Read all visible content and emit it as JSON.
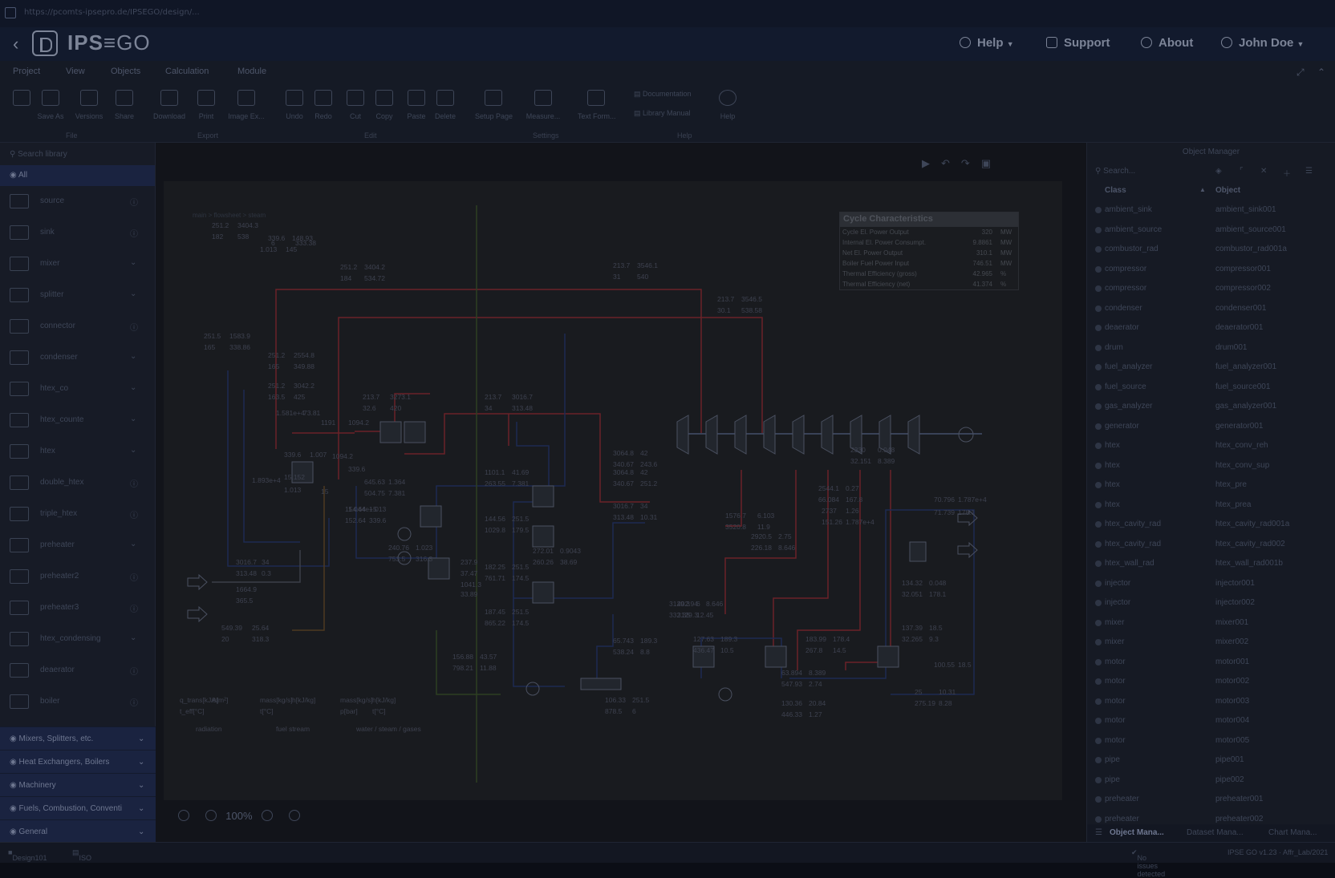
{
  "titlebar": {
    "url": "https://pcomts-ipsepro.de/IPSEGO/design/..."
  },
  "app": {
    "brand_main": "IPS",
    "brand_sub": "GO"
  },
  "nav": {
    "help": "Help",
    "support": "Support",
    "about": "About",
    "user": "John Doe"
  },
  "menu_tabs": [
    "Project",
    "View",
    "Objects",
    "Calculation",
    "Module"
  ],
  "ribbon": {
    "buttons": [
      "Save As",
      "Versions",
      "Share",
      "Download",
      "Print",
      "Image Ex...",
      "Undo",
      "Redo",
      "Cut",
      "Copy",
      "Paste",
      "Delete",
      "Setup Page",
      "Measure...",
      "Text Form...",
      "Help"
    ],
    "links": [
      "Documentation",
      "Library Manual"
    ],
    "groups": [
      "File",
      "Export",
      "Edit",
      "Settings",
      "Help"
    ]
  },
  "library": {
    "search_placeholder": "Search library",
    "all_label": "All",
    "items": [
      "source",
      "sink",
      "mixer",
      "splitter",
      "connector",
      "condenser",
      "htex_co",
      "htex_counte",
      "htex",
      "double_htex",
      "triple_htex",
      "preheater",
      "preheater2",
      "preheater3",
      "htex_condensing",
      "deaerator",
      "boiler"
    ],
    "categories": [
      "Mixers, Splitters, etc.",
      "Heat Exchangers, Boilers",
      "Machinery",
      "Fuels, Combustion, Conventi",
      "General"
    ]
  },
  "canvas": {
    "breadcrumb": "main > flowsheet > steam",
    "zoom_label": "100%",
    "cycle": {
      "title": "Cycle Characteristics",
      "rows": [
        {
          "label": "Cycle El. Power Output",
          "value": "320",
          "unit": "MW"
        },
        {
          "label": "Internal El. Power Consumpt.",
          "value": "9.8861",
          "unit": "MW"
        },
        {
          "label": "Net El. Power Output",
          "value": "310.1",
          "unit": "MW"
        },
        {
          "label": "Boiler Fuel Power Input",
          "value": "746.51",
          "unit": "MW"
        },
        {
          "label": "Thermal Efficiency (gross)",
          "value": "42.965",
          "unit": "%"
        },
        {
          "label": "Thermal Efficiency (net)",
          "value": "41.374",
          "unit": "%"
        }
      ]
    },
    "legend": {
      "radiation": [
        "q_trans[kJ/s]",
        "A[m²]",
        "t_eff[°C]",
        "radiation"
      ],
      "fuel": [
        "mass[kg/s]",
        "h[kJ/kg]",
        "t[°C]",
        "fuel stream"
      ],
      "water": [
        "mass[kg/s]",
        "h[kJ/kg]",
        "p[bar]",
        "t[°C]",
        "water / steam / gases"
      ]
    },
    "labels": [
      "339.6",
      "148.93",
      "1.013",
      "145",
      "251.2",
      "3404.3",
      "182",
      "538",
      "251.2",
      "3404.2",
      "184",
      "534.72",
      "213.7",
      "3546.1",
      "31",
      "540",
      "213.7",
      "3546.5",
      "30.1",
      "538.58",
      "251.5",
      "1583.9",
      "165",
      "338.86",
      "251.2",
      "2554.8",
      "165",
      "349.88",
      "251.2",
      "3042.2",
      "163.5",
      "425",
      "213.7",
      "3273.1",
      "32.6",
      "420",
      "213.7",
      "3016.7",
      "34",
      "313.48",
      "1.581e+4",
      "73.81",
      "1191",
      "1094.2",
      "339.6",
      "1.007",
      "1094.2",
      "339.6",
      "645.63",
      "1.364",
      "504.75",
      "7.381",
      "1101.1",
      "41.69",
      "263.55",
      "7.381",
      "3064.8",
      "42",
      "340.67",
      "251.2",
      "3064.8",
      "42",
      "340.67",
      "243.6",
      "3016.7",
      "34",
      "313.48",
      "10.31",
      "2544.1",
      "0.27",
      "66.084",
      "167.8",
      "2330",
      "0.048",
      "32.151",
      "8.389",
      "2920.5",
      "2.75",
      "226.18",
      "8.646",
      "3129.3",
      "6",
      "332.35",
      "12.45",
      "2737",
      "1.26",
      "151.26",
      "1.787e+4",
      "70.796",
      "1.787e+4",
      "71.739",
      "178.1",
      "134.32",
      "0.048",
      "32.051",
      "178.1",
      "137.39",
      "18.5",
      "32.265",
      "9.3",
      "100.55",
      "18.5",
      "25",
      "10.31",
      "275.19",
      "8.28",
      "65.743",
      "189.3",
      "538.24",
      "8.8",
      "127.63",
      "189.3",
      "436.47",
      "10.5",
      "183.99",
      "178.4",
      "267.8",
      "14.5",
      "63.894",
      "8.389",
      "547.93",
      "2.74",
      "130.36",
      "20.84",
      "446.33",
      "1.27",
      "106.33",
      "251.5",
      "878.5",
      "6",
      "156.88",
      "43.57",
      "798.21",
      "11.88",
      "187.45",
      "251.5",
      "865.22",
      "174.5",
      "182.25",
      "251.5",
      "761.71",
      "174.5",
      "144.56",
      "251.5",
      "1029.8",
      "179.5",
      "237.9",
      "37.47",
      "1041.3",
      "33.89",
      "240.76",
      "1.023",
      "753.5",
      "316.3",
      "154.64",
      "1.013",
      "152.64",
      "339.6",
      "272.01",
      "0.9043",
      "260.26",
      "38.69",
      "3016.7",
      "34",
      "313.48",
      "0.3",
      "1664.9",
      "365.5",
      "549.39",
      "25.64",
      "20",
      "318.3",
      "15.152",
      "1.013",
      "15",
      "1.893e+4",
      "1.044e+5",
      "1576.7",
      "6.103",
      "3520.8",
      "11.9",
      "402.94",
      "8.646",
      "3129.3",
      "6",
      "333.38"
    ]
  },
  "object_manager": {
    "title": "Object Manager",
    "search_placeholder": "Search...",
    "col_class": "Class",
    "col_object": "Object",
    "rows": [
      [
        "ambient_sink",
        "ambient_sink001"
      ],
      [
        "ambient_source",
        "ambient_source001"
      ],
      [
        "combustor_rad",
        "combustor_rad001a"
      ],
      [
        "compressor",
        "compressor001"
      ],
      [
        "compressor",
        "compressor002"
      ],
      [
        "condenser",
        "condenser001"
      ],
      [
        "deaerator",
        "deaerator001"
      ],
      [
        "drum",
        "drum001"
      ],
      [
        "fuel_analyzer",
        "fuel_analyzer001"
      ],
      [
        "fuel_source",
        "fuel_source001"
      ],
      [
        "gas_analyzer",
        "gas_analyzer001"
      ],
      [
        "generator",
        "generator001"
      ],
      [
        "htex",
        "htex_conv_reh"
      ],
      [
        "htex",
        "htex_conv_sup"
      ],
      [
        "htex",
        "htex_pre"
      ],
      [
        "htex",
        "htex_prea"
      ],
      [
        "htex_cavity_rad",
        "htex_cavity_rad001a"
      ],
      [
        "htex_cavity_rad",
        "htex_cavity_rad002"
      ],
      [
        "htex_wall_rad",
        "htex_wall_rad001b"
      ],
      [
        "injector",
        "injector001"
      ],
      [
        "injector",
        "injector002"
      ],
      [
        "mixer",
        "mixer001"
      ],
      [
        "mixer",
        "mixer002"
      ],
      [
        "motor",
        "motor001"
      ],
      [
        "motor",
        "motor002"
      ],
      [
        "motor",
        "motor003"
      ],
      [
        "motor",
        "motor004"
      ],
      [
        "motor",
        "motor005"
      ],
      [
        "pipe",
        "pipe001"
      ],
      [
        "pipe",
        "pipe002"
      ],
      [
        "preheater",
        "preheater001"
      ],
      [
        "preheater",
        "preheater002"
      ]
    ],
    "tabs": [
      "Object Mana...",
      "Dataset Mana...",
      "Chart Mana..."
    ]
  },
  "status": {
    "left1": "Design101",
    "left2": "ISO",
    "right1": "No issues detected",
    "right2": "IPSE GO v1.23 · Affr_Lab/2021"
  }
}
